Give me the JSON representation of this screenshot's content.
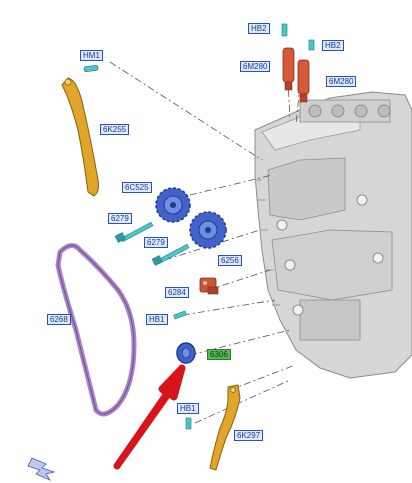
{
  "callouts": {
    "hm1": "HM1",
    "p6k255": "6K255",
    "hb2_top": "HB2",
    "hb2_right": "HB2",
    "p6m280_left": "6M280",
    "p6m280_right": "6M280",
    "p6c525": "6C525",
    "p6279_left": "6279",
    "p6279_mid": "6279",
    "p6256": "6256",
    "p6284": "6284",
    "hb1_upper": "HB1",
    "p6268": "6268",
    "p6306": "6306",
    "hb1_lower": "HB1",
    "p6k297": "6K297"
  },
  "colors": {
    "callout_border": "#2a4fbf",
    "callout_fill": "#dfe9ff",
    "highlight_fill": "#57b75c",
    "chain_guide": "#e0a52a",
    "chain": "#a984c9",
    "sprocket": "#3f63c8",
    "solenoid": "#d4583a",
    "tensioner": "#c8563a",
    "pointer_arrow": "#d9131c",
    "engine": "#d9d9d9"
  },
  "icons": {
    "view_direction": "double-arrow-icon",
    "pointer": "red-arrow-icon"
  }
}
